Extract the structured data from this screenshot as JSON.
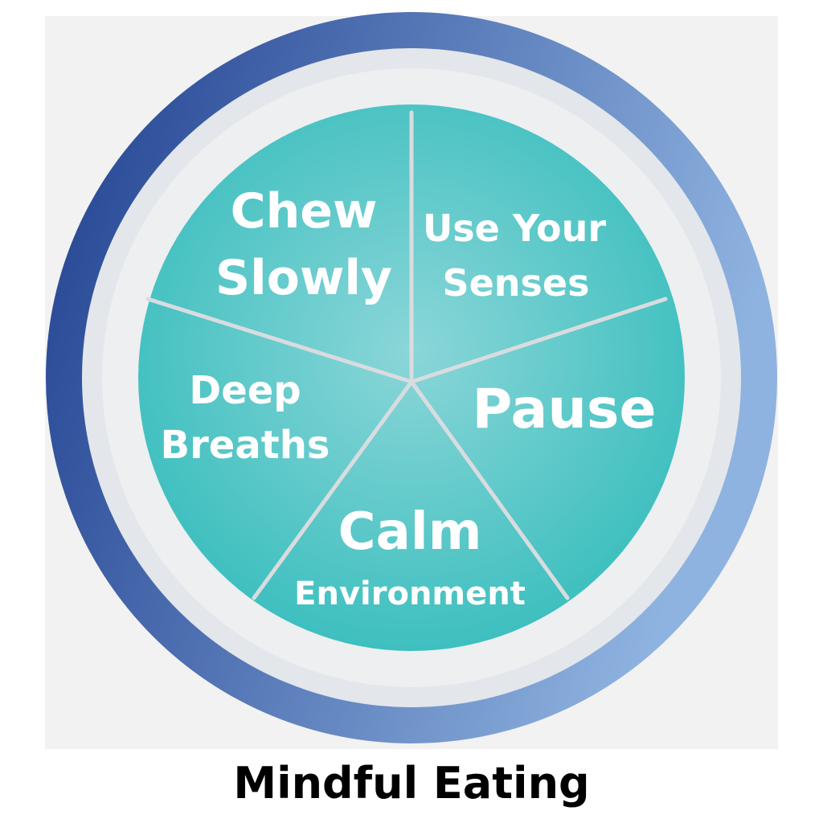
{
  "colors": {
    "panel": "#f2f2f2",
    "ring_dark": "#1f3f8f",
    "ring_light": "#8fb3e0",
    "plate": "#e3e6ea",
    "teal_center": "#8bd6d8",
    "teal_edge": "#3ebfbf",
    "divider": "#d9dcdf",
    "text": "#ffffff",
    "title": "#000000"
  },
  "segments": [
    {
      "lines": [
        "Chew",
        "Slowly"
      ]
    },
    {
      "lines": [
        "Use Your",
        "Senses"
      ]
    },
    {
      "lines": [
        "Pause"
      ]
    },
    {
      "lines": [
        "Calm",
        "Environment"
      ]
    },
    {
      "lines": [
        "Deep",
        "Breaths"
      ]
    }
  ],
  "title": "Mindful Eating"
}
